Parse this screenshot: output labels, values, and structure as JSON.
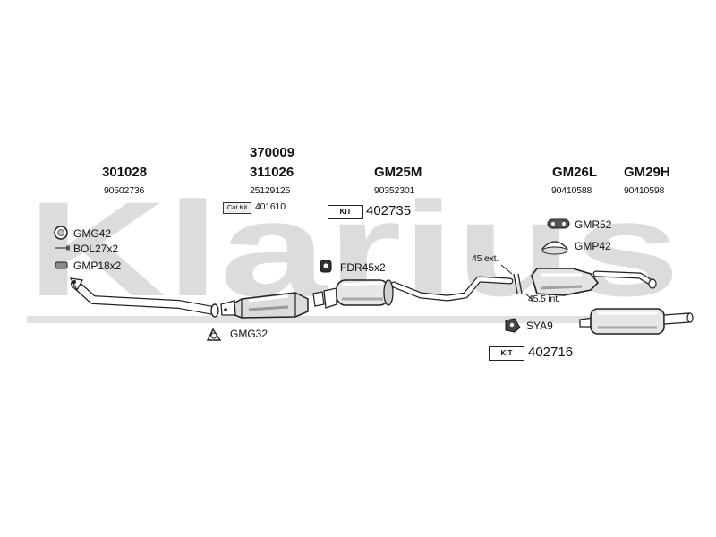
{
  "watermark": {
    "text": "Klarius"
  },
  "columns": [
    {
      "part_numbers": [
        "301028"
      ],
      "ref": "90502736"
    },
    {
      "part_numbers": [
        "370009",
        "311026"
      ],
      "ref": "25129125"
    },
    {
      "part_numbers": [
        "GM25M"
      ],
      "ref": "90352301"
    },
    {
      "part_numbers": [
        "GM26L"
      ],
      "ref": "90410588"
    },
    {
      "part_numbers": [
        "GM29H"
      ],
      "ref": "90410598"
    }
  ],
  "cat_kit": {
    "badge": "Cat Kit",
    "number": "401610"
  },
  "kits": [
    {
      "badge": "KIT",
      "number": "402735"
    },
    {
      "badge": "KIT",
      "number": "402716"
    }
  ],
  "fittings": {
    "gmg42": "GMG42",
    "bol27": "BOL27x2",
    "gmp18": "GMP18x2",
    "gmg32": "GMG32",
    "fdr45": "FDR45x2",
    "gmr52": "GMR52",
    "gmp42": "GMP42",
    "sya9": "SYA9"
  },
  "annotations": {
    "ext": "45 ext.",
    "int": "45.5 int."
  },
  "colors": {
    "watermark": "#d9d9d9",
    "stroke": "#222222",
    "pipe_fill": "#ffffff",
    "shade": "#cfcfcf"
  }
}
